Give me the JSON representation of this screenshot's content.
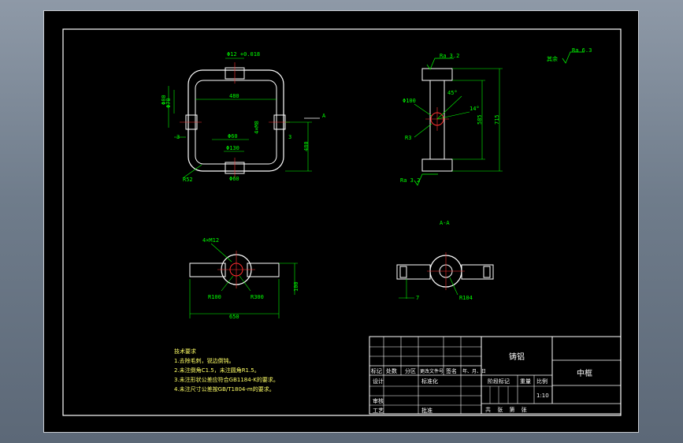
{
  "colors": {
    "app_background": "#6f7c8b",
    "canvas": "#000000",
    "outline": "#ffffff",
    "dimension": "#00ff00",
    "centerline": "#ff3030",
    "notes": "#ffff66"
  },
  "top_view": {
    "dims": {
      "top": "Φ12 +0.018",
      "width_inner": "480",
      "d1": "Φ60",
      "d2": "Φ130",
      "d3": "Φ60",
      "left_a": "Φ80",
      "left_b": "Φ70",
      "mid": "4×M8",
      "right_h": "480",
      "bottom_r": "R52",
      "left_side": "3",
      "right_side": "3",
      "marker_a": "A"
    }
  },
  "side_view": {
    "roughness_top": "Ra 3.2",
    "roughness_bottom": "Ra 3.2",
    "diameter": "Φ100",
    "radius": "R3",
    "angle1": "45°",
    "angle2": "14°",
    "height_inner": "585",
    "height_total": "715",
    "general_roughness": "其余",
    "general_roughness_value": "Ra 6.3"
  },
  "section_label": "A-A",
  "lower_left": {
    "holes": "4×M12",
    "r1": "R100",
    "r2": "R300",
    "width": "650",
    "height": "100"
  },
  "lower_right": {
    "r": "R104",
    "note": "7"
  },
  "tech_notes": {
    "title": "技术要求",
    "items": [
      "1.去除毛刺，锐边倒钝。",
      "2.未注倒角C1.5，未注圆角R1.5。",
      "3.未注形状公差应符合GB1184-K的要求。",
      "4.未注尺寸公差按GB/T1804-m的要求。"
    ]
  },
  "title_block": {
    "material": "铸铝",
    "part_name": "中框",
    "hdr": [
      "标记",
      "处数",
      "分区",
      "更改文件号",
      "签名",
      "年、月、日"
    ],
    "design": "设计",
    "standardization": "标准化",
    "review": "审核",
    "process": "工艺",
    "approve": "批准",
    "stage_mark": "阶段标记",
    "weight": "重量",
    "scale_label": "比例",
    "scale": "1:10",
    "sheets": "共 张 第 张"
  }
}
